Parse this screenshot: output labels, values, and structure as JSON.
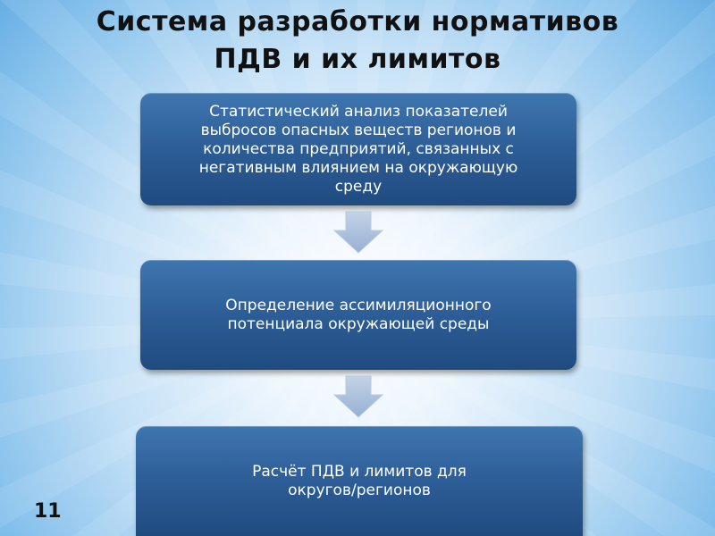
{
  "slide": {
    "title_line1": "Система разработки нормативов",
    "title_line2": "ПДВ и их лимитов",
    "page_number": "11"
  },
  "steps": [
    {
      "lines": [
        "Статистический анализ показателей",
        "выбросов опасных веществ регионов и",
        "количества предприятий, связанных с",
        "негативным влиянием на окружающую",
        "среду"
      ]
    },
    {
      "lines": [
        "Определение ассимиляционного",
        "потенциала окружающей среды"
      ]
    },
    {
      "lines": [
        "Расчёт ПДВ и лимитов для",
        "округов/регионов"
      ]
    }
  ],
  "colors": {
    "box_fill": "#2d5d96",
    "arrow_fill": "#a9bdd8"
  },
  "icons": {
    "arrow": "down-arrow-icon"
  }
}
